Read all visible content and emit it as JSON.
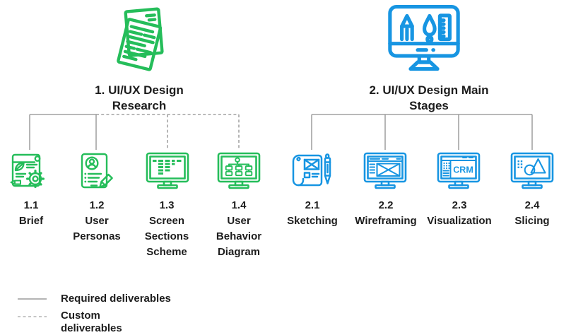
{
  "colors": {
    "research_green": "#25bd5a",
    "stages_blue": "#1795e2",
    "connector_gray": "#8f8f8f",
    "legend_dash_gray": "#b3b3b3",
    "text_dark": "#1d1d1d"
  },
  "groups": [
    {
      "title": "1. UI/UX Design\nResearch",
      "header_icon": "research-documents-icon",
      "items": [
        {
          "number": "1.1",
          "label": "Brief",
          "connector": "solid",
          "icon": "brief-scroll-gear-icon"
        },
        {
          "number": "1.2",
          "label": "User\nPersonas",
          "connector": "solid",
          "icon": "user-personas-document-icon"
        },
        {
          "number": "1.3",
          "label": "Screen\nSections\nScheme",
          "connector": "dashed",
          "icon": "screen-sections-monitor-icon"
        },
        {
          "number": "1.4",
          "label": "User\nBehavior\nDiagram",
          "connector": "dashed",
          "icon": "behavior-diagram-monitor-icon"
        }
      ]
    },
    {
      "title": "2. UI/UX Design Main\nStages",
      "header_icon": "design-tools-monitor-icon",
      "items": [
        {
          "number": "2.1",
          "label": "Sketching",
          "connector": "solid",
          "icon": "sketching-scroll-pen-icon"
        },
        {
          "number": "2.2",
          "label": "Wireframing",
          "connector": "solid",
          "icon": "wireframe-monitor-icon"
        },
        {
          "number": "2.3",
          "label": "Visualization",
          "connector": "solid",
          "icon": "crm-monitor-icon",
          "icon_text": "CRM"
        },
        {
          "number": "2.4",
          "label": "Slicing",
          "connector": "solid",
          "icon": "slicing-shapes-monitor-icon"
        }
      ]
    }
  ],
  "legend": [
    {
      "style": "solid",
      "label": "Required deliverables"
    },
    {
      "style": "dashed",
      "label": "Custom\ndeliverables"
    }
  ]
}
